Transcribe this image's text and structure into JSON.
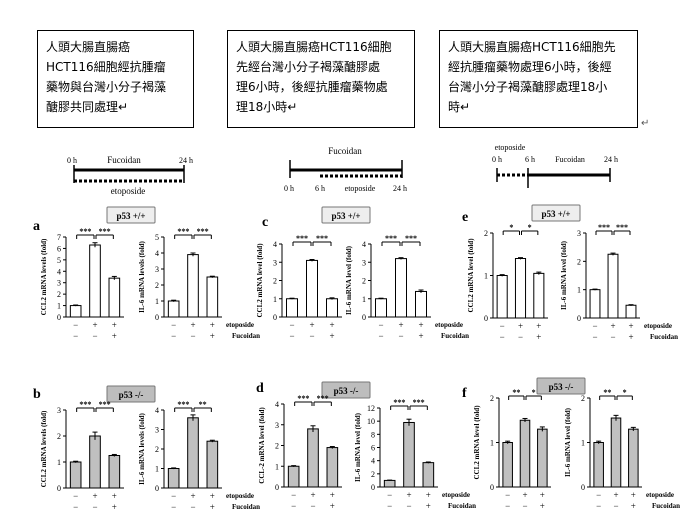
{
  "descriptions": [
    {
      "text": "人頭大腸直腸癌\nHCT116細胞經抗腫瘤\n藥物與台灣小分子褐藻\n醣膠共同處理↵"
    },
    {
      "text": "人頭大腸直腸癌HCT116細胞\n先經台灣小分子褐藻醣膠處\n理6小時，後經抗腫瘤藥物處\n理18小時↵"
    },
    {
      "text": "人頭大腸直腸癌HCT116細胞先\n經抗腫瘤藥物處理6小時，後經\n台灣小分子褐藻醣膠處理18小\n時↵"
    }
  ],
  "return_mark": "↵",
  "timelines": [
    {
      "top": "Fucoidan",
      "bottom": "etoposide",
      "t0": "0 h",
      "t1": "24 h"
    },
    {
      "top": "Fucoidan",
      "bottom": "etoposide",
      "t0": "0 h",
      "t6": "6 h",
      "t1": "24 h"
    },
    {
      "top_left": "etoposide",
      "top": "Fucoidan",
      "t0": "0 h",
      "t6": "6 h",
      "t1": "24 h"
    }
  ],
  "treatment_labels": {
    "row1": "etoposide",
    "row2": "Fucoidan",
    "signs_row1": [
      "−",
      "+",
      "+"
    ],
    "signs_row2": [
      "−",
      "−",
      "+"
    ]
  },
  "colors": {
    "bar_light": "#ffffff",
    "bar_shaded": "#c0c0c0",
    "label_box_light": "#eeeeee",
    "label_box_dark": "#bdbdbd"
  },
  "chart_data": [
    {
      "panel": "a",
      "genotype": "p53 +/+",
      "type": "bar",
      "charts": [
        {
          "ylabel": "CCL2 mRNA levels (fold)",
          "yticks": [
            "0",
            "1",
            "2",
            "3",
            "4",
            "5",
            "6",
            "7"
          ],
          "ylim": [
            0,
            7
          ],
          "values": [
            1,
            6.3,
            3.4
          ],
          "errors": [
            0.05,
            0.2,
            0.15
          ],
          "sig": [
            {
              "text": "***",
              "from": 0,
              "to": 1
            },
            {
              "text": "***",
              "from": 1,
              "to": 2
            }
          ]
        },
        {
          "ylabel": "IL-6 mRNA levels (fold)",
          "yticks": [
            "0",
            "1",
            "2",
            "3",
            "4",
            "5"
          ],
          "ylim": [
            0,
            5
          ],
          "values": [
            1,
            3.9,
            2.5
          ],
          "errors": [
            0.05,
            0.1,
            0.05
          ],
          "sig": [
            {
              "text": "***",
              "from": 0,
              "to": 1
            },
            {
              "text": "***",
              "from": 1,
              "to": 2
            }
          ]
        }
      ]
    },
    {
      "panel": "b",
      "genotype": "p53 -/-",
      "type": "bar",
      "charts": [
        {
          "ylabel": "CCL2 mRNA levels (fold)",
          "yticks": [
            "0",
            "1",
            "2",
            "3"
          ],
          "ylim": [
            0,
            3
          ],
          "values": [
            1,
            2,
            1.25
          ],
          "errors": [
            0.03,
            0.15,
            0.04
          ],
          "sig": [
            {
              "text": "***",
              "from": 0,
              "to": 1
            },
            {
              "text": "***",
              "from": 1,
              "to": 2
            }
          ]
        },
        {
          "ylabel": "IL-6 mRNA levels (fold)",
          "yticks": [
            "0",
            "1",
            "2",
            "3",
            "4"
          ],
          "ylim": [
            0,
            4
          ],
          "values": [
            1,
            3.6,
            2.4
          ],
          "errors": [
            0.03,
            0.15,
            0.05
          ],
          "sig": [
            {
              "text": "***",
              "from": 0,
              "to": 1
            },
            {
              "text": "**",
              "from": 1,
              "to": 2
            }
          ]
        }
      ]
    },
    {
      "panel": "c",
      "genotype": "p53 +/+",
      "type": "bar",
      "charts": [
        {
          "ylabel": "CCL2 mRNA level (fold)",
          "yticks": [
            "0",
            "1",
            "2",
            "3",
            "4"
          ],
          "ylim": [
            0,
            4
          ],
          "values": [
            1,
            3.1,
            1
          ],
          "errors": [
            0.03,
            0.05,
            0.05
          ],
          "sig": [
            {
              "text": "***",
              "from": 0,
              "to": 1
            },
            {
              "text": "***",
              "from": 1,
              "to": 2
            }
          ]
        },
        {
          "ylabel": "IL-6 mRNA level (fold)",
          "yticks": [
            "0",
            "1",
            "2",
            "3",
            "4"
          ],
          "ylim": [
            0,
            4
          ],
          "values": [
            1,
            3.2,
            1.4
          ],
          "errors": [
            0.03,
            0.05,
            0.08
          ],
          "sig": [
            {
              "text": "***",
              "from": 0,
              "to": 1
            },
            {
              "text": "***",
              "from": 1,
              "to": 2
            }
          ]
        }
      ]
    },
    {
      "panel": "d",
      "genotype": "p53 -/-",
      "type": "bar",
      "charts": [
        {
          "ylabel": "CCL-2 mRNA level (fold)",
          "yticks": [
            "0",
            "1",
            "2",
            "3",
            "4"
          ],
          "ylim": [
            0,
            4
          ],
          "values": [
            1,
            2.8,
            1.9
          ],
          "errors": [
            0.03,
            0.15,
            0.05
          ],
          "sig": [
            {
              "text": "***",
              "from": 0,
              "to": 1
            },
            {
              "text": "***",
              "from": 1,
              "to": 2
            }
          ]
        },
        {
          "ylabel": "IL-6 mRNA level (fold)",
          "yticks": [
            "0",
            "2",
            "4",
            "6",
            "8",
            "10",
            "12"
          ],
          "ylim": [
            0,
            12
          ],
          "values": [
            1,
            9.8,
            3.7
          ],
          "errors": [
            0.05,
            0.5,
            0.1
          ],
          "sig": [
            {
              "text": "***",
              "from": 0,
              "to": 1
            },
            {
              "text": "***",
              "from": 1,
              "to": 2
            }
          ]
        }
      ]
    },
    {
      "panel": "e",
      "genotype": "p53 +/+",
      "type": "bar",
      "charts": [
        {
          "ylabel": "CCL2 mRNA level (fold)",
          "yticks": [
            "0",
            "1",
            "2"
          ],
          "ylim": [
            0,
            2
          ],
          "values": [
            1,
            1.4,
            1.05
          ],
          "errors": [
            0.02,
            0.02,
            0.03
          ],
          "sig": [
            {
              "text": "*",
              "from": 0,
              "to": 1
            },
            {
              "text": "*",
              "from": 1,
              "to": 2
            }
          ]
        },
        {
          "ylabel": "IL-6 mRNA level (fold)",
          "yticks": [
            "0",
            "1",
            "2",
            "3"
          ],
          "ylim": [
            0,
            3
          ],
          "values": [
            1,
            2.25,
            0.45
          ],
          "errors": [
            0.02,
            0.04,
            0.02
          ],
          "sig": [
            {
              "text": "***",
              "from": 0,
              "to": 1
            },
            {
              "text": "***",
              "from": 1,
              "to": 2
            }
          ]
        }
      ]
    },
    {
      "panel": "f",
      "genotype": "p53 -/-",
      "type": "bar",
      "charts": [
        {
          "ylabel": "CCL2 mRNA level (fold)",
          "yticks": [
            "0",
            "1",
            "2"
          ],
          "ylim": [
            0,
            2
          ],
          "values": [
            1,
            1.5,
            1.3
          ],
          "errors": [
            0.03,
            0.04,
            0.05
          ],
          "sig": [
            {
              "text": "**",
              "from": 0,
              "to": 1
            },
            {
              "text": "*",
              "from": 1,
              "to": 2
            }
          ]
        },
        {
          "ylabel": "IL-6 mRNA level (fold)",
          "yticks": [
            "0",
            "1",
            "2"
          ],
          "ylim": [
            0,
            2
          ],
          "values": [
            1,
            1.55,
            1.3
          ],
          "errors": [
            0.03,
            0.06,
            0.04
          ],
          "sig": [
            {
              "text": "**",
              "from": 0,
              "to": 1
            },
            {
              "text": "*",
              "from": 1,
              "to": 2
            }
          ]
        }
      ]
    }
  ]
}
